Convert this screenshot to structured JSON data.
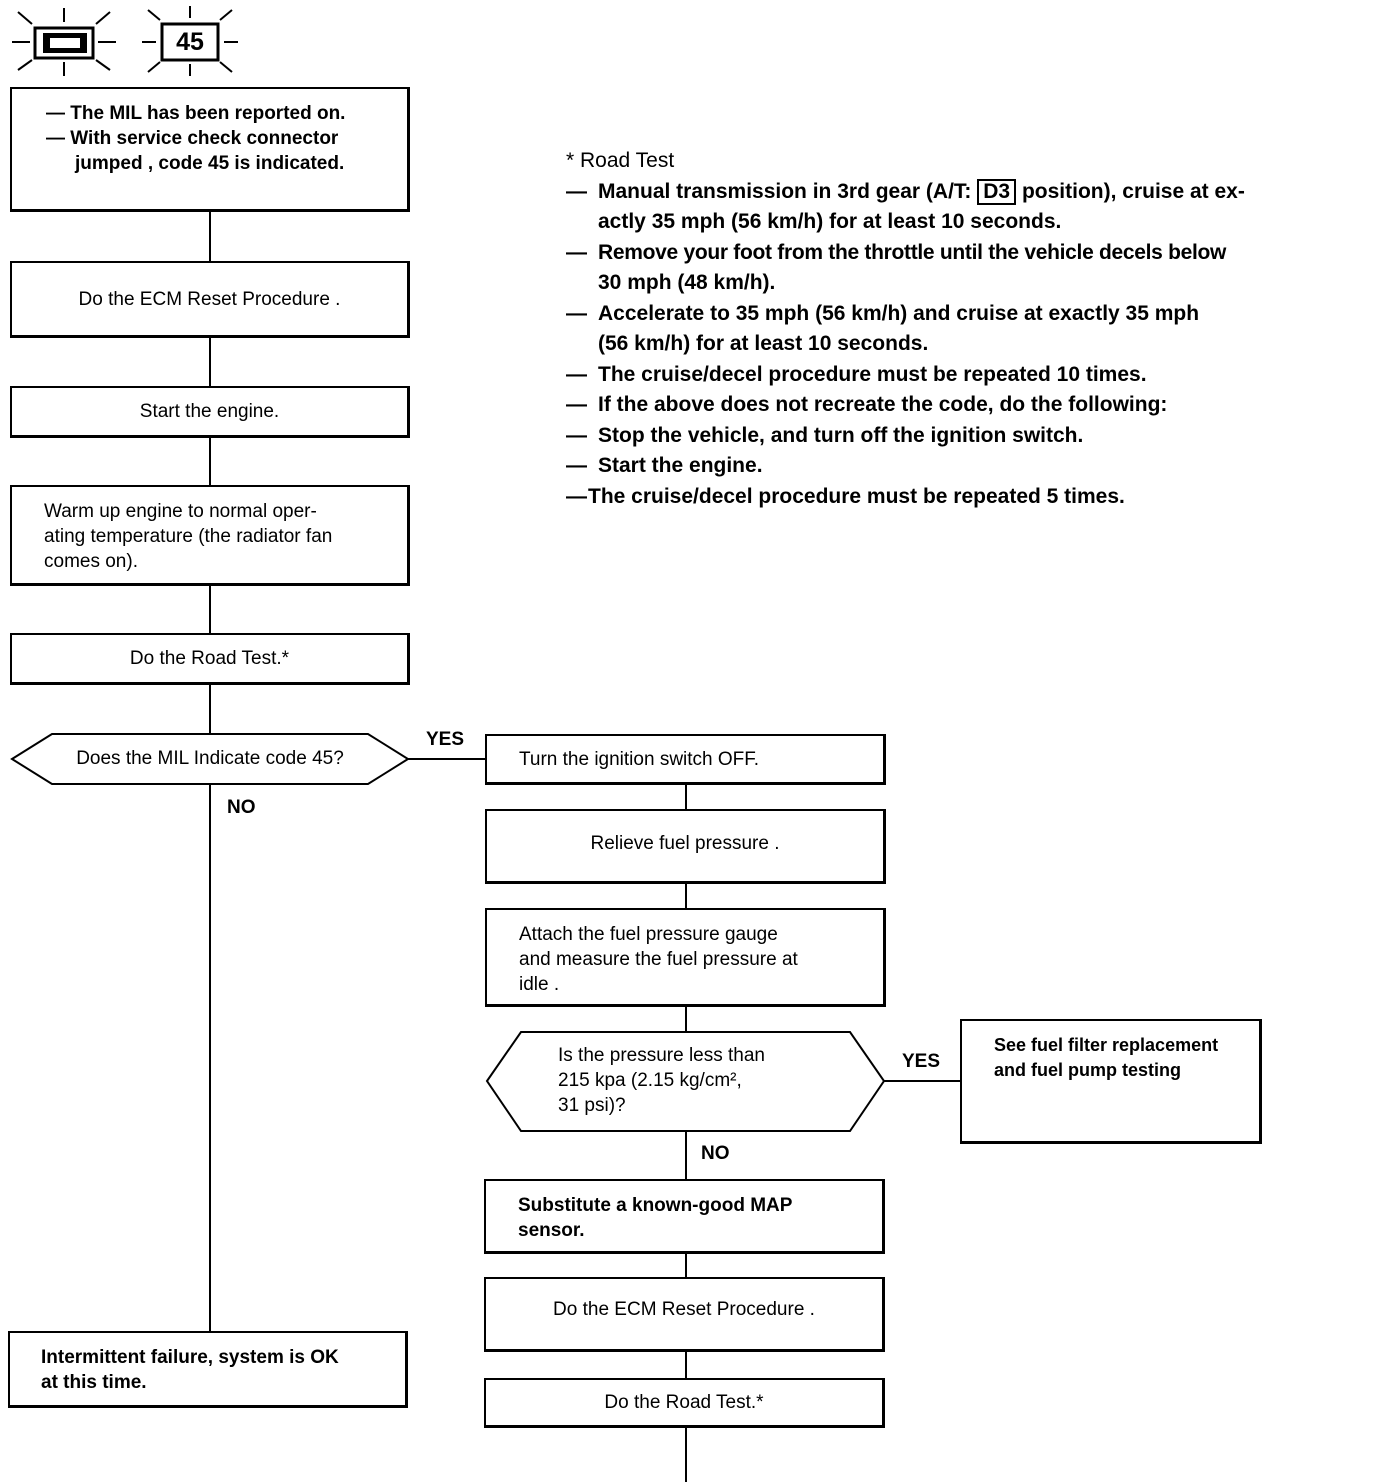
{
  "header": {
    "code_number": "45"
  },
  "steps": {
    "symptom_line1": "— The MIL has been reported on.",
    "symptom_line2": "— With service check connector",
    "symptom_line3": "jumped , code 45 is indicated.",
    "reset1": "Do the ECM Reset Procedure .",
    "start_engine": "Start the engine.",
    "warm_up_1": "Warm up engine to normal oper-",
    "warm_up_2": "ating temperature (the radiator fan",
    "warm_up_3": "comes on).",
    "road_test1": "Do the Road Test.*",
    "decision_code": "Does the MIL Indicate code 45?",
    "yes1": "YES",
    "no1": "NO",
    "ignition_off": "Turn the ignition switch OFF.",
    "relieve": "Relieve fuel pressure .",
    "attach_1": "Attach the fuel pressure gauge",
    "attach_2": "and measure the fuel pressure at",
    "attach_3": "idle .",
    "pressure_q1": "Is the pressure less than",
    "pressure_q2": "215 kpa (2.15 kg/cm²,",
    "pressure_q3": "31 psi)?",
    "yes2": "YES",
    "no2": "NO",
    "fuel_filter_1": "See fuel filter replacement",
    "fuel_filter_2": "and fuel pump testing",
    "substitute_1": "Substitute a known-good MAP",
    "substitute_2": "sensor.",
    "reset2": "Do the ECM Reset Procedure .",
    "road_test2": "Do the Road Test.*",
    "intermittent_1": "Intermittent failure, system is OK",
    "intermittent_2": "at this time."
  },
  "road_test_notes": {
    "title": "* Road Test",
    "item1_a": "Manual transmission in 3rd gear (A/T:",
    "item1_gear": "D3",
    "item1_b": "position), cruise at ex-",
    "item1_c": "actly 35 mph (56 km/h) for at least 10 seconds.",
    "item2_a": "Remove your foot from the throttle until the vehicle decels below",
    "item2_b": "30 mph (48 km/h).",
    "item3_a": "Accelerate to 35 mph (56 km/h) and cruise at exactly 35 mph",
    "item3_b": "(56 km/h) for at least 10 seconds.",
    "item4": "The cruise/decel procedure must be repeated 10 times.",
    "item5": "If the above does not recreate the code, do the following:",
    "item6": "Stop the vehicle, and turn off the ignition switch.",
    "item7": "Start the engine.",
    "item8": "The cruise/decel procedure must be repeated 5 times."
  }
}
